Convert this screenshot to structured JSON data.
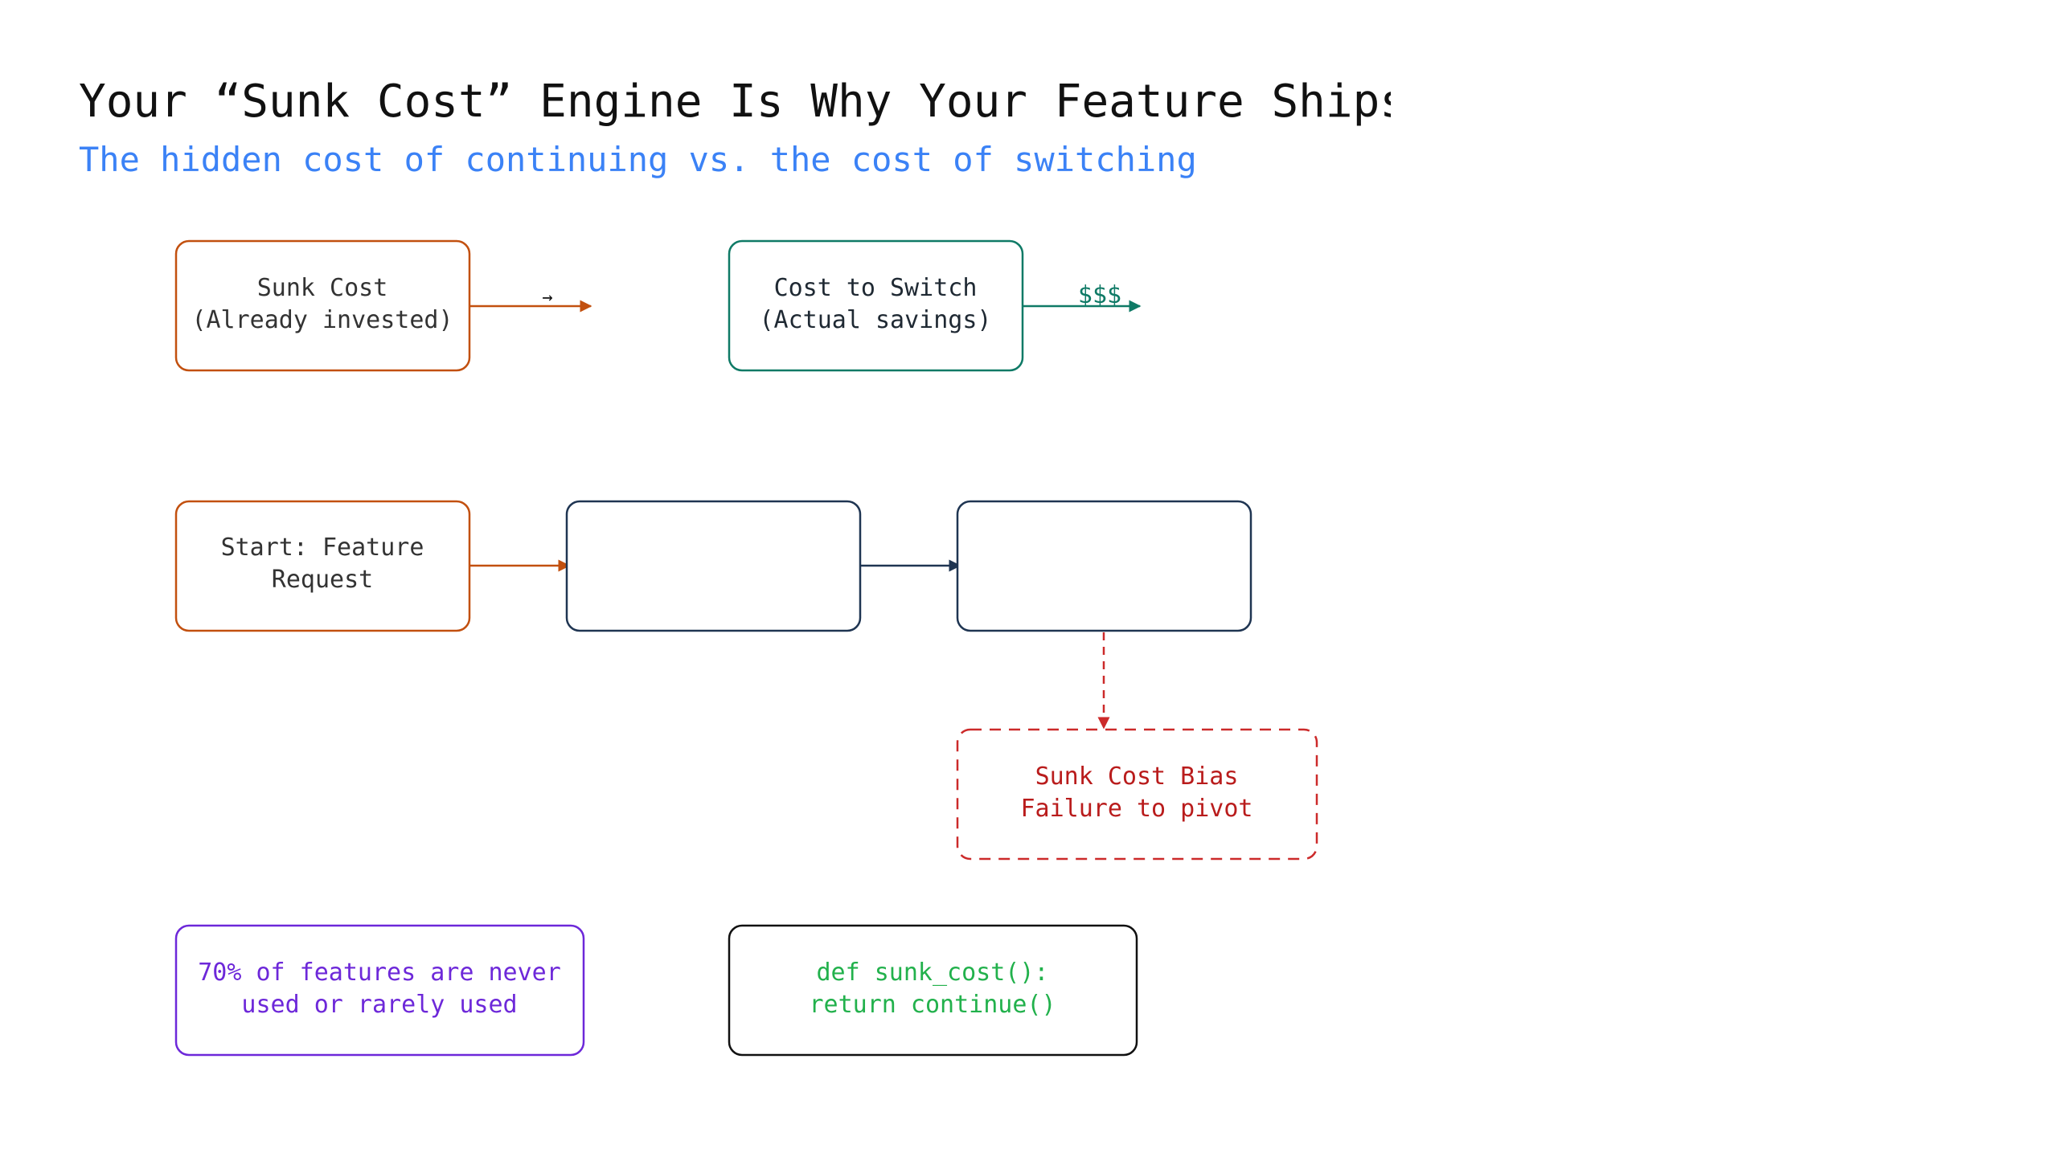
{
  "header": {
    "title": "Your “Sunk Cost” Engine Is Why Your Feature Ships Late",
    "subtitle": "The hidden cost of continuing vs. the cost of switching"
  },
  "colors": {
    "orange": "#c2500f",
    "teal": "#0f7a66",
    "navy": "#1f3552",
    "red": "#cc2a2a",
    "purple": "#6d28d9",
    "green": "#22b14c",
    "black": "#111111",
    "blue": "#3b82f6"
  },
  "diagram": {
    "nodes": {
      "sunk_cost": {
        "lines": [
          "Sunk Cost",
          "(Already invested)"
        ]
      },
      "switch_cost": {
        "lines": [
          "Cost to Switch",
          "(Actual savings)"
        ]
      },
      "start": {
        "lines": [
          "Start: Feature",
          "Request"
        ]
      },
      "process_a": {
        "lines": []
      },
      "process_b": {
        "lines": []
      },
      "bias": {
        "lines": [
          "Sunk Cost Bias",
          "Failure to pivot"
        ]
      },
      "stat": {
        "lines": [
          "70% of features are never",
          "used or rarely used"
        ]
      },
      "code": {
        "lines": [
          "def sunk_cost():",
          "return continue()"
        ]
      }
    },
    "edges": {
      "sunk_arrow": {
        "label": "→"
      },
      "switch_arrow": {
        "label": "$$$"
      }
    }
  }
}
